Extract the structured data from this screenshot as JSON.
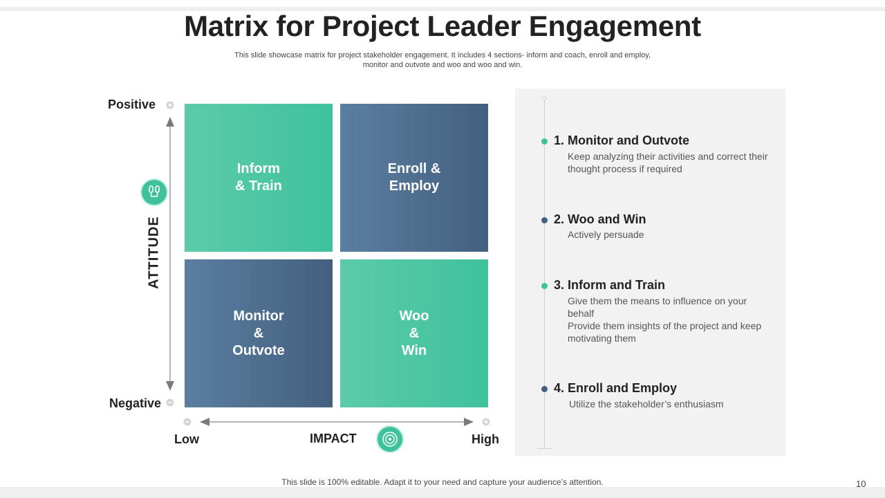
{
  "slide": {
    "title": "Matrix for Project Leader Engagement",
    "subtitle": "This slide showcase matrix for project stakeholder engagement. It includes 4 sections- inform and coach, enroll and employ, monitor and outvote  and woo and woo and win.",
    "footer": "This slide is 100% editable. Adapt it to your need and capture your audience’s attention.",
    "page_number": "10"
  },
  "matrix": {
    "y_axis": {
      "label": "ATTITUDE",
      "top": "Positive",
      "bottom": "Negative"
    },
    "x_axis": {
      "label": "IMPACT",
      "left": "Low",
      "right": "High"
    },
    "quadrants": [
      {
        "label": "Inform\n& Train",
        "color": "#4cc7a3"
      },
      {
        "label": "Enroll &\nEmploy",
        "color": "#4e6e90"
      },
      {
        "label": "Monitor\n&\nOutvote",
        "color": "#4e6e90"
      },
      {
        "label": "Woo\n&\nWin",
        "color": "#4cc7a3"
      }
    ],
    "icons": {
      "attitude": "microphone-icon",
      "impact": "target-icon"
    }
  },
  "legend": {
    "items": [
      {
        "title": "1. Monitor and Outvote",
        "desc": "Keep analyzing their activities and correct their thought process if required",
        "color": "#3fc29c"
      },
      {
        "title": "2. Woo and Win",
        "desc": "Actively persuade",
        "color": "#445f7f"
      },
      {
        "title": "3. Inform and Train",
        "desc": "Give them the means to influence on your behalf\nProvide them insights of the project and keep motivating them",
        "color": "#3fc29c"
      },
      {
        "title": "4. Enroll and Employ",
        "desc": "Utilize the stakeholder’s enthusiasm",
        "color": "#445f7f"
      }
    ]
  }
}
